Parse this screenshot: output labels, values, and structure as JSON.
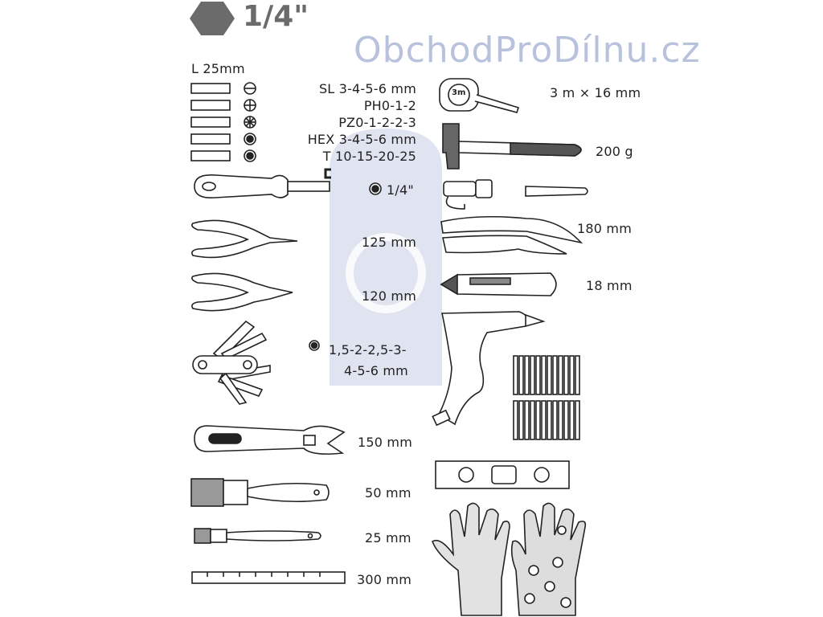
{
  "header": {
    "title": "1/4\""
  },
  "watermark": "ObchodProDílnu.cz",
  "left": {
    "bit_length": "L 25mm",
    "bits": [
      "SL 3-4-5-6 mm",
      "PH0-1-2",
      "PZ0-1-2-2-3",
      "HEX 3-4-5-6 mm",
      "T 10-15-20-25"
    ],
    "holder": "1/4\"",
    "pliers_long": "125 mm",
    "pliers_comb": "120 mm",
    "hex_keys_1": "1,5-2-2,5-3-",
    "hex_keys_2": "4-5-6 mm",
    "wrench": "150 mm",
    "brush_large": "50 mm",
    "brush_small": "25 mm",
    "ruler": "300 mm"
  },
  "right": {
    "tape": "3 m × 16 mm",
    "tape_badge": "3m",
    "hammer": "200 g",
    "shears": "180 mm",
    "knife": "18 mm"
  }
}
